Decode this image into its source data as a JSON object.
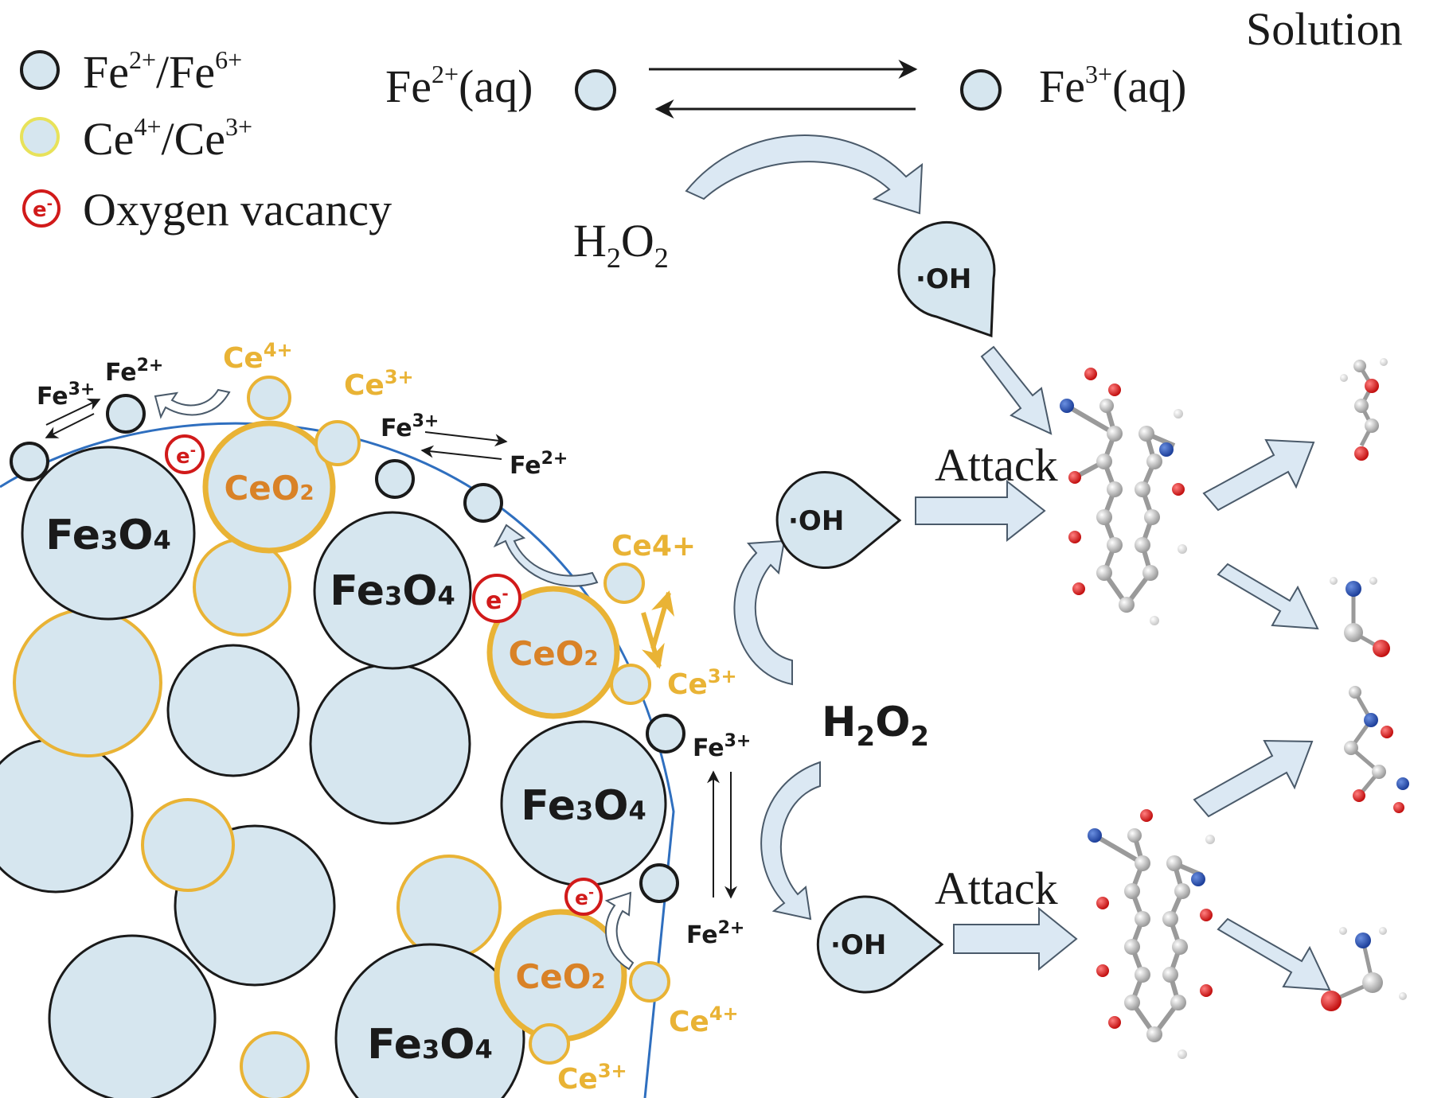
{
  "legend": {
    "fe_label": "Fe",
    "fe_sup1": "2+",
    "fe_slash": "/Fe",
    "fe_sup2": "6+",
    "ce_label": "Ce",
    "ce_sup1": "4+",
    "ce_slash": "/Ce",
    "ce_sup2": "3+",
    "vacancy_symbol": "e",
    "vacancy_sup": "-",
    "vacancy_label": "Oxygen vacancy"
  },
  "solution": {
    "title": "Solution",
    "fe2_base": "Fe",
    "fe2_sup": "2+",
    "fe2_tail": "(aq)",
    "fe3_base": "Fe",
    "fe3_sup": "3+",
    "fe3_tail": "(aq)",
    "h2o2": {
      "h": "H",
      "two1": "2",
      "o": "O",
      "two2": "2"
    }
  },
  "radical": "·OH",
  "h2o2_mid": {
    "h": "H",
    "two1": "2",
    "o": "O",
    "two2": "2"
  },
  "attack": "Attack",
  "particles": {
    "fe3o4": {
      "a": "Fe",
      "b": "3",
      "c": "O",
      "d": "4"
    },
    "ceo2": {
      "a": "CeO",
      "b": "2"
    }
  },
  "ions": {
    "fe3": {
      "base": "Fe",
      "sup": "3+"
    },
    "fe2": {
      "base": "Fe",
      "sup": "2+"
    },
    "ce4": {
      "base": "Ce",
      "sup": "4+"
    },
    "ce4_inline": "Ce4+",
    "ce3": {
      "base": "Ce",
      "sup": "3+"
    }
  },
  "colors": {
    "particle_fill": "#d6e6ef",
    "fe_outline": "#1a1a1a",
    "ce_outline": "#e9b335",
    "vacancy_red": "#d11a1a",
    "ceo2_text": "#d98227",
    "arrow_fill": "#dbe8f3",
    "arrow_stroke": "#4a5a6a",
    "boundary_blue": "#2f6fbf"
  }
}
